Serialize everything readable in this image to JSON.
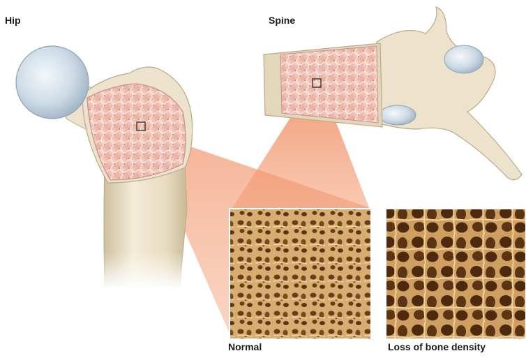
{
  "labels": {
    "hip": "Hip",
    "spine": "Spine",
    "normal": "Normal",
    "loss": "Loss of bone density"
  },
  "colors": {
    "bone": "#ede3cc",
    "bone_shadow": "#d2c3a1",
    "femoral_head": "#cddbe6",
    "trabecular": "#f0c2b6",
    "magnifier_beam": "#f3a985",
    "sample_pore": "#5a3413",
    "sample_matrix": "#d7ac72"
  },
  "icons": [
    "magnifier-beam-hip",
    "magnifier-beam-spine"
  ]
}
